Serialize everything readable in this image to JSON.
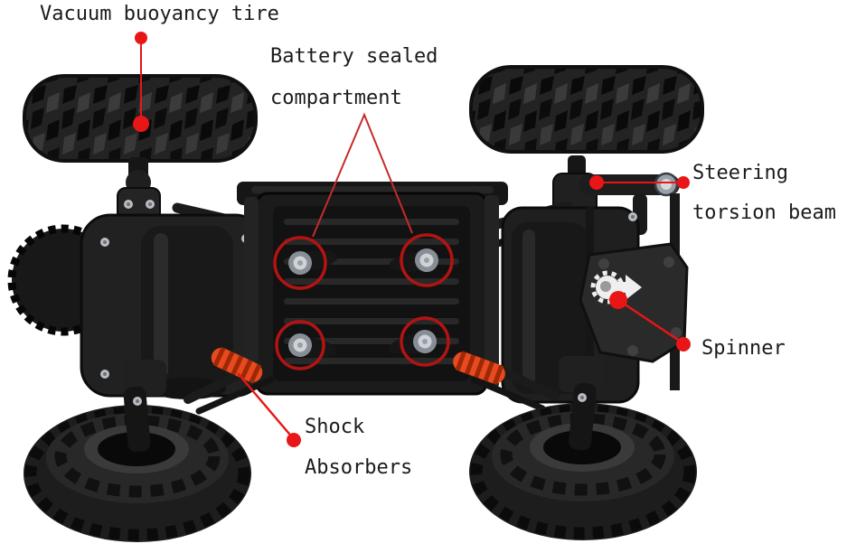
{
  "figure": {
    "alt": "Top-down annotated diagram of an RC off-road car chassis with four knobby tires, central battery compartment, shock absorbers and steering parts"
  },
  "colors": {
    "background": "#ffffff",
    "label_text": "#1b1b1b",
    "callout_red": "#e81616",
    "screw_circle_red": "#b21313",
    "battery_line_red": "#c62b2b",
    "shock_spring_red": "#e64a1e",
    "tire_black": "#1f1f1f"
  },
  "labels": {
    "vacuum_tire": "Vacuum buoyancy tire",
    "battery_1": "Battery sealed",
    "battery_2": "compartment",
    "steering_1": "Steering",
    "steering_2": "torsion beam",
    "spinner": "Spinner",
    "shock_1": "Shock",
    "shock_2": "Absorbers"
  }
}
